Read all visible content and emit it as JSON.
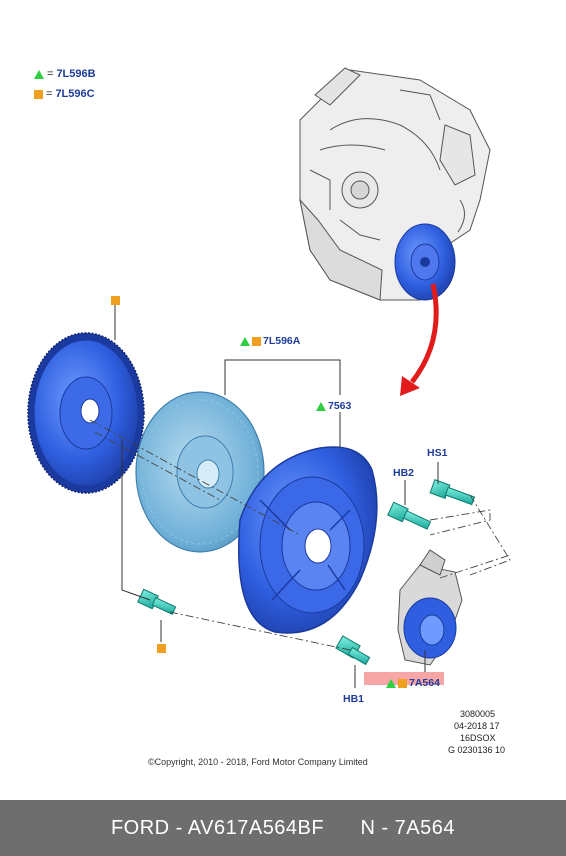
{
  "legend": [
    {
      "symbol": "triangle",
      "color": "#2fcf3f",
      "code": "7L596B"
    },
    {
      "symbol": "square",
      "color": "#f0a020",
      "code": "7L596C"
    }
  ],
  "callouts": {
    "clutch_kit": "7L596A",
    "pressure_plate": "7563",
    "bolt_hb2": "HB2",
    "bolt_hs1": "HS1",
    "bolt_hb1": "HB1",
    "release_bearing": "7A564"
  },
  "meta": {
    "line1": "3080005",
    "line2": "04-2018 17",
    "line3": "16DSOX",
    "line4": "G 0230136 10"
  },
  "copyright": "©Copyright, 2010 - 2018, Ford Motor Company Limited",
  "footer": {
    "brand_part": "FORD - AV617A564BF",
    "ref": "N - 7A564"
  },
  "colors": {
    "part_blue": "#2f5fe0",
    "disc_blue": "#6fb0d8",
    "label_blue": "#1f3c9c",
    "arrow_red": "#e21b1b",
    "highlight": "#f7a6a6",
    "footer_bg": "#6e6e6e"
  }
}
